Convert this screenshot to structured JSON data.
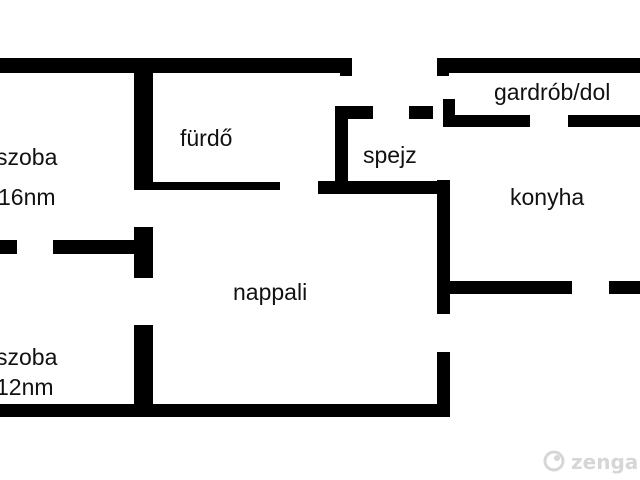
{
  "rooms": {
    "szoba_top": "szoba",
    "szoba_top_area": "16nm",
    "furdo": "fürdő",
    "spejz": "spejz",
    "gardrob": "gardrób/dol",
    "konyha": "konyha",
    "nappali": "nappali",
    "szoba_bottom": "szoba",
    "szoba_bottom_area": "12nm"
  },
  "watermark": {
    "text": "zenga",
    "color": "#d6d6d6"
  },
  "colors": {
    "wall": "#000000",
    "background": "#ffffff"
  }
}
